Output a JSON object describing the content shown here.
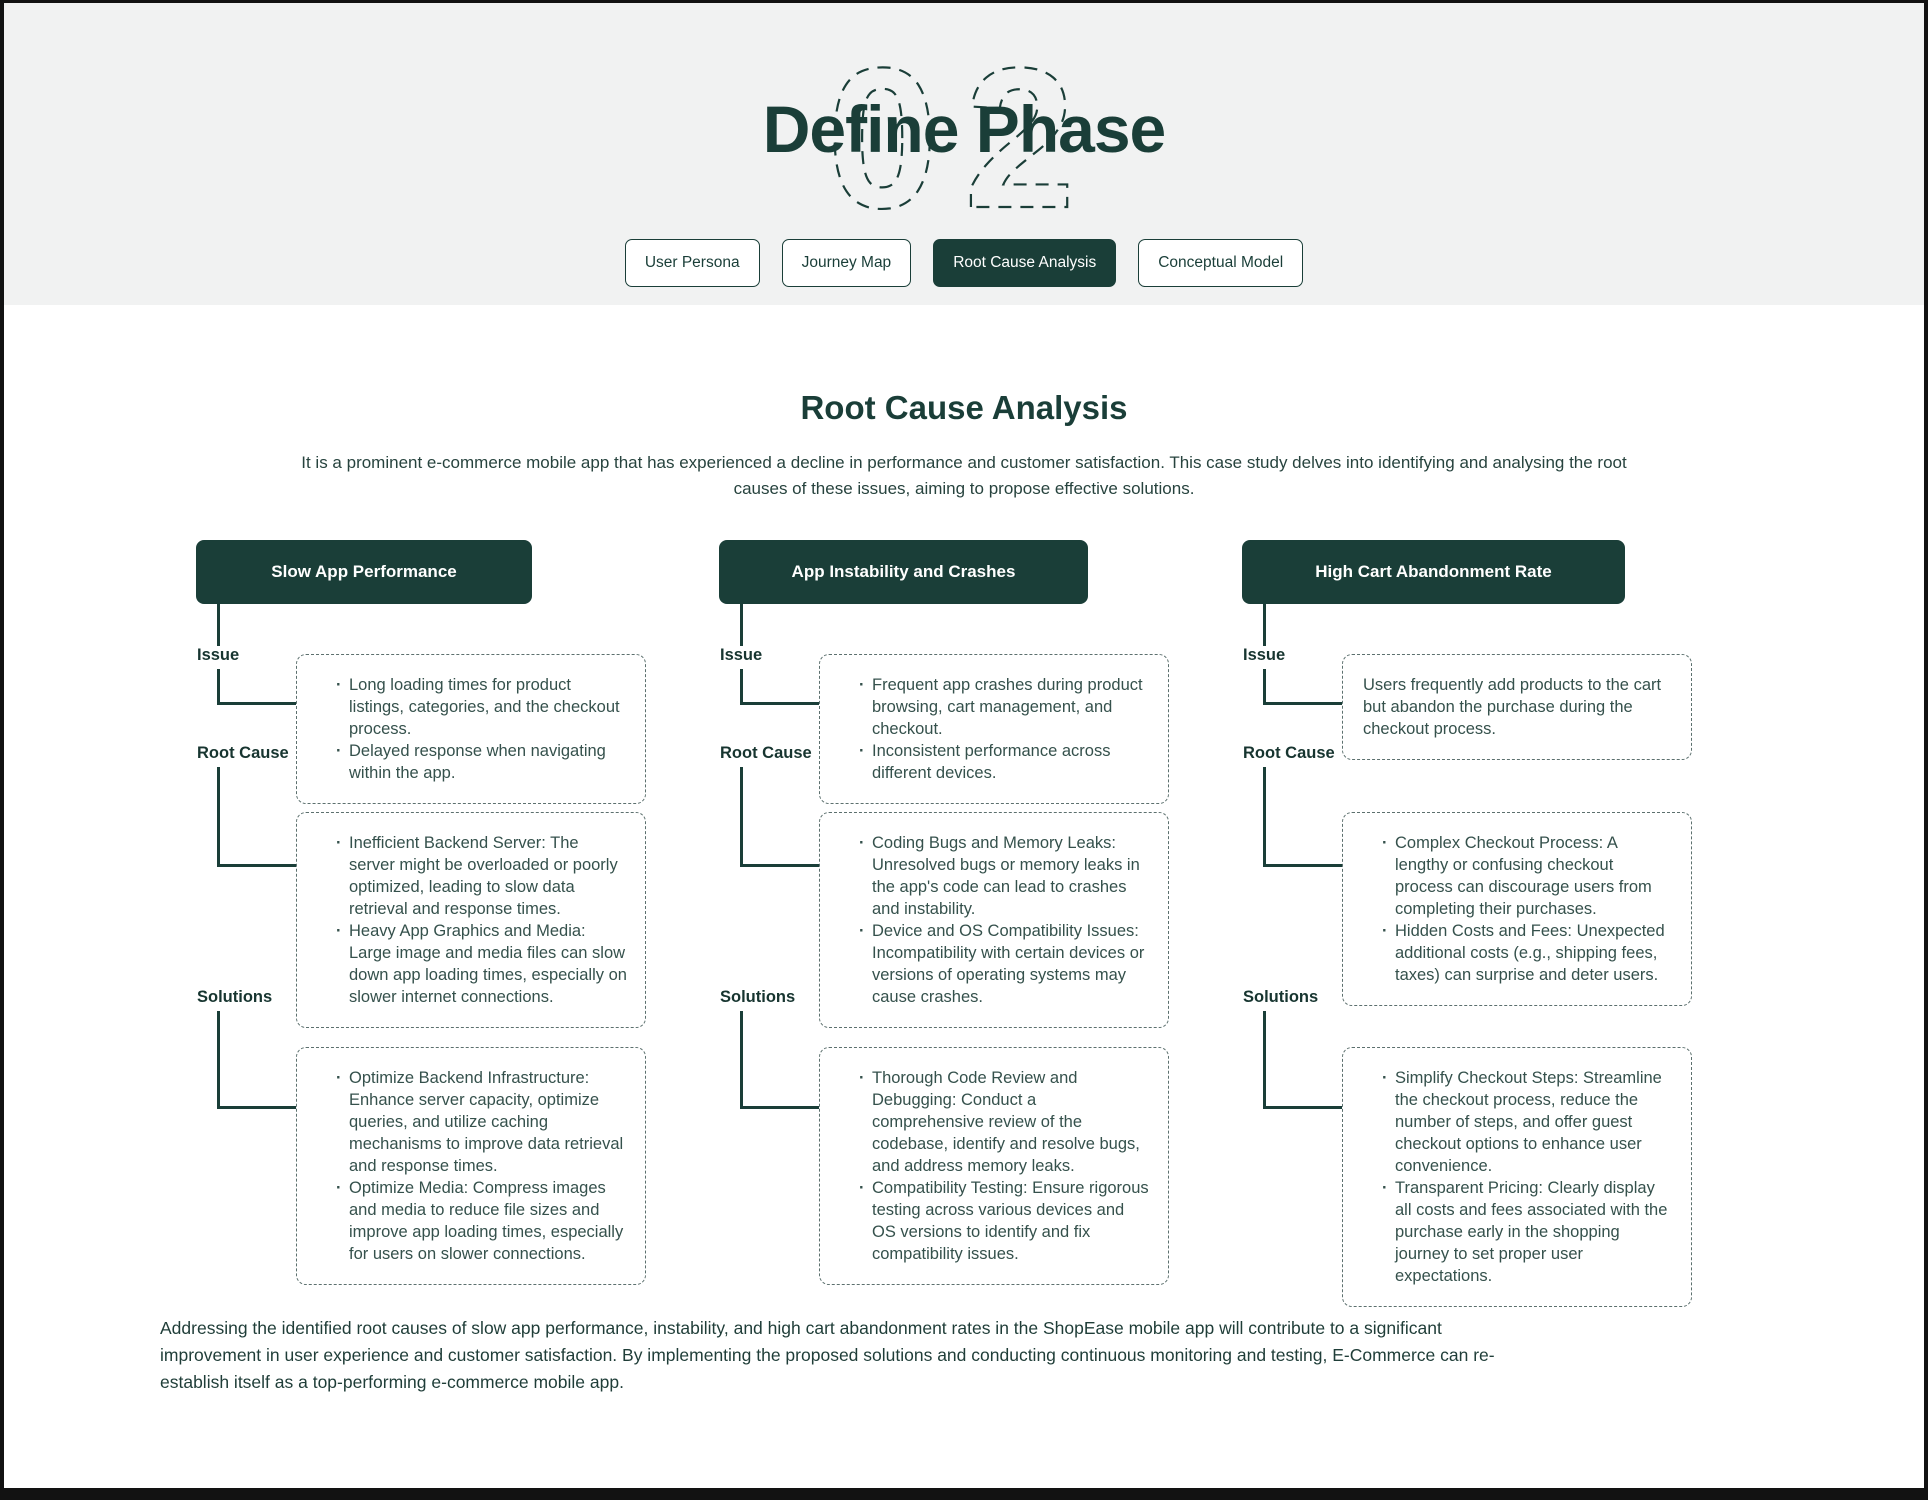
{
  "page": {
    "phase_number": "02",
    "title": "Define Phase"
  },
  "tabs": [
    {
      "label": "User Persona",
      "active": false
    },
    {
      "label": "Journey Map",
      "active": false
    },
    {
      "label": "Root Cause Analysis",
      "active": true
    },
    {
      "label": "Conceptual Model",
      "active": false
    }
  ],
  "section": {
    "heading": "Root Cause Analysis",
    "intro": "It is a prominent e-commerce mobile app that has experienced a decline in performance and customer satisfaction. This case study delves into identifying and analysing the root causes of these issues, aiming to propose effective solutions.",
    "conclusion": "Addressing the identified root causes of slow app performance, instability, and high cart abandonment rates in the ShopEase mobile app will contribute to a significant improvement in user experience and customer satisfaction. By implementing the proposed solutions and conducting continuous monitoring and testing, E-Commerce can re-establish itself as a top-performing e-commerce mobile app."
  },
  "row_labels": {
    "issue": "Issue",
    "root_cause": "Root Cause",
    "solutions": "Solutions"
  },
  "columns": [
    {
      "title": "Slow App Performance",
      "issue": {
        "format": "list",
        "items": [
          "Long loading times for product listings, categories, and the checkout process.",
          "Delayed response when navigating within the app."
        ]
      },
      "root_cause": {
        "format": "list",
        "items": [
          "Inefficient Backend Server: The server might be overloaded or poorly optimized, leading to slow data retrieval and response times.",
          "Heavy App Graphics and Media: Large image and media files can slow down app loading times, especially on slower internet connections."
        ]
      },
      "solutions": {
        "format": "list",
        "items": [
          "Optimize Backend Infrastructure: Enhance server capacity, optimize queries, and utilize caching mechanisms to improve data retrieval and response times.",
          "Optimize Media: Compress images and media to reduce file sizes and improve app loading times, especially for users on slower connections."
        ]
      }
    },
    {
      "title": "App Instability and Crashes",
      "issue": {
        "format": "list",
        "items": [
          "Frequent app crashes during product browsing, cart management, and checkout.",
          "Inconsistent performance across different devices."
        ]
      },
      "root_cause": {
        "format": "list",
        "items": [
          "Coding Bugs and Memory Leaks: Unresolved bugs or memory leaks in the app's code can lead to crashes and instability.",
          "Device and OS Compatibility Issues: Incompatibility with certain devices or versions of operating systems may cause crashes."
        ]
      },
      "solutions": {
        "format": "list",
        "items": [
          "Thorough Code Review and Debugging: Conduct a comprehensive review of the codebase, identify and resolve bugs, and address memory leaks.",
          "Compatibility Testing: Ensure rigorous testing across various devices and OS versions to identify and fix compatibility issues."
        ]
      }
    },
    {
      "title": "High Cart Abandonment Rate",
      "issue": {
        "format": "text",
        "text": "Users frequently add products to the cart but abandon the purchase during the checkout process."
      },
      "root_cause": {
        "format": "list",
        "items": [
          "Complex Checkout Process: A lengthy or confusing checkout process can discourage users from completing their purchases.",
          "Hidden Costs and Fees: Unexpected additional costs (e.g., shipping fees, taxes) can surprise and deter users."
        ]
      },
      "solutions": {
        "format": "list",
        "items": [
          "Simplify Checkout Steps: Streamline the checkout process, reduce the number of steps, and offer guest checkout options to enhance user convenience.",
          "Transparent Pricing: Clearly display all costs and fees associated with the purchase early in the shopping journey to set proper user expectations."
        ]
      }
    }
  ],
  "colors": {
    "accent_dark": "#1A3E38",
    "body_text": "#35514C",
    "dashed_border": "#5C706E",
    "header_bg": "#F1F2F2",
    "frame": "#121212"
  }
}
